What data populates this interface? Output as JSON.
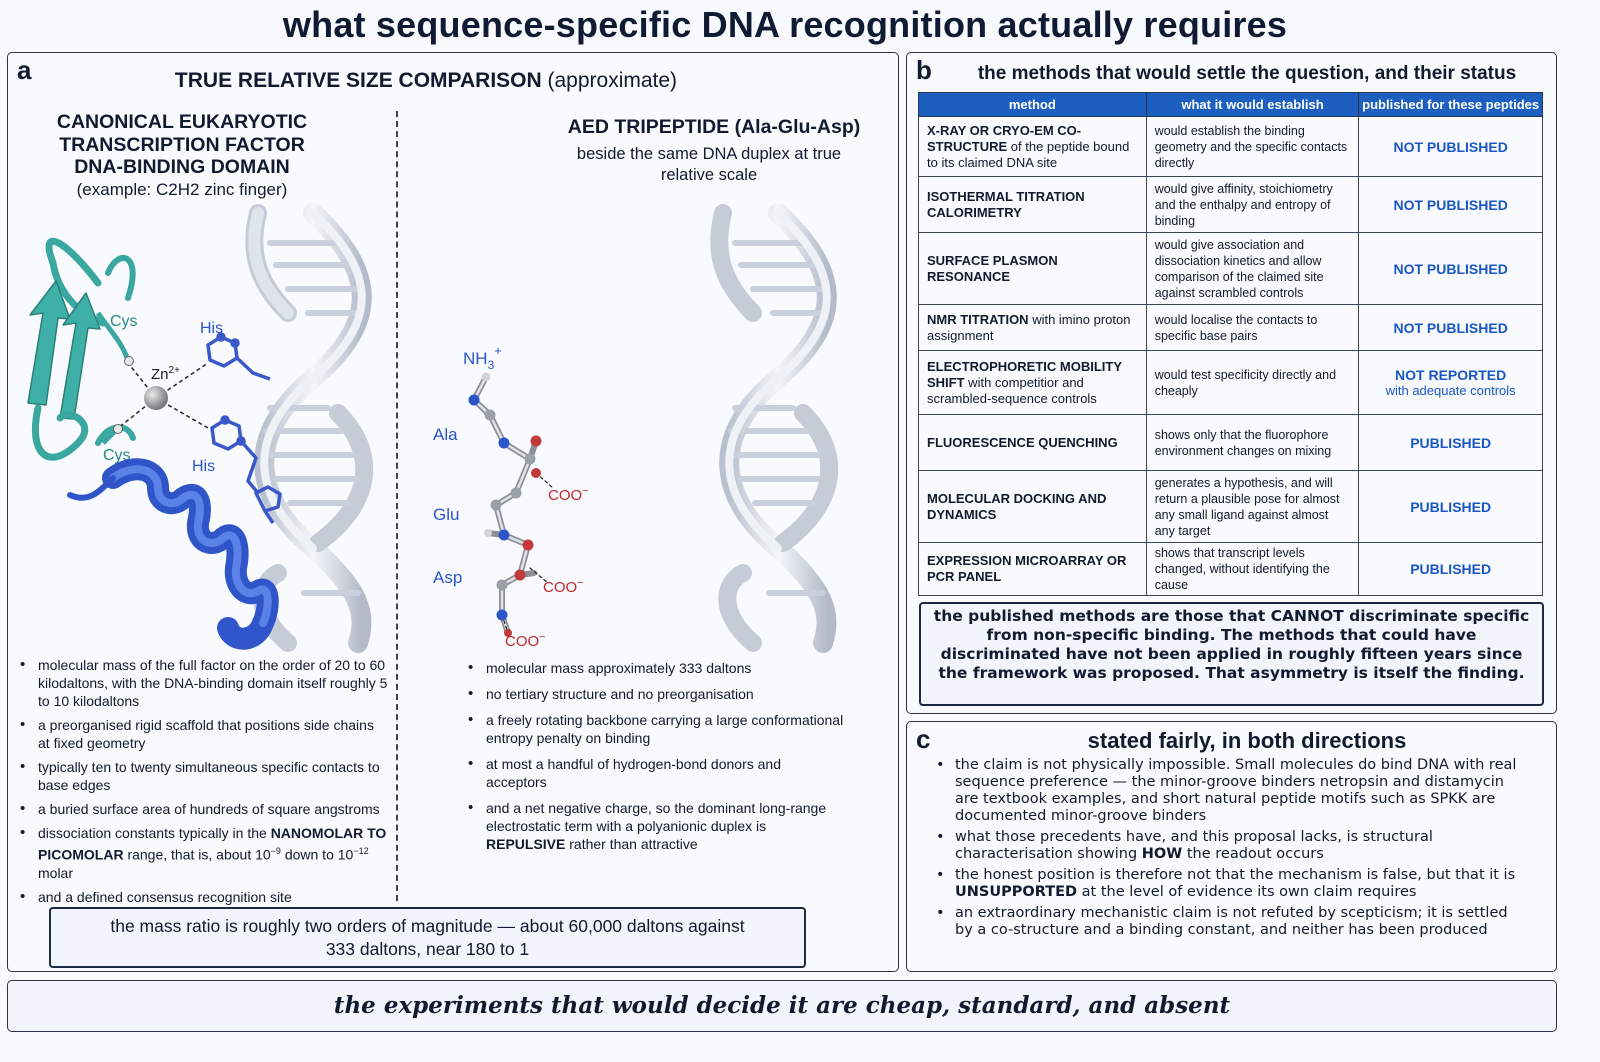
{
  "title": "what sequence-specific DNA recognition actually requires",
  "panel_a": {
    "letter": "a",
    "title_bold": "TRUE RELATIVE SIZE COMPARISON",
    "title_rest": " (approximate)",
    "left_title": "CANONICAL EUKARYOTIC TRANSCRIPTION FACTOR DNA-BINDING DOMAIN",
    "left_subtitle": "(example: C2H2 zinc finger)",
    "right_title": "AED TRIPEPTIDE (Ala-Glu-Asp)",
    "right_subtitle": "beside the same DNA duplex at true relative scale",
    "zf_labels": {
      "cys1": "Cys",
      "cys2": "Cys",
      "his1": "His",
      "his2": "His",
      "zn": "Zn",
      "zn_charge": "2+"
    },
    "pep_labels": {
      "nh3": "NH",
      "nh3_sub": "3",
      "nh3_charge": "+",
      "ala": "Ala",
      "glu": "Glu",
      "asp": "Asp",
      "coo1": "COO",
      "coo2": "COO",
      "coo3": "COO",
      "minus": "−"
    },
    "left_bullets": {
      "b1": "molecular mass of the full factor on the order of 20 to 60 kilodaltons, with the DNA-binding domain itself roughly 5 to 10 kilodaltons",
      "b2": "a preorganised rigid scaffold that positions side chains at fixed geometry",
      "b3": "typically ten to twenty simultaneous specific contacts to base edges",
      "b4": "a buried surface area of hundreds of square angstroms",
      "b5_pre": "dissociation constants typically in the ",
      "b5_bold": "NANOMOLAR TO PICOMOLAR",
      "b5_mid": " range, that is, about 10",
      "b5_exp1": "−9",
      "b5_mid2": " down to 10",
      "b5_exp2": "−12",
      "b5_post": " molar",
      "b6": "and a defined consensus recognition site"
    },
    "right_bullets": {
      "b1": "molecular mass  approximately 333 daltons",
      "b2": "no tertiary structure and no preorganisation",
      "b3": "a freely rotating backbone carrying a large conformational entropy penalty on binding",
      "b4": "at most a handful of hydrogen-bond donors and acceptors",
      "b5_pre": "and a net negative charge, so the dominant long-range electrostatic term with a polyanionic duplex is ",
      "b5_bold": "REPULSIVE",
      "b5_post": " rather than attractive"
    },
    "ratio_line1": "the mass ratio is roughly two orders of magnitude — about 60,000 daltons against",
    "ratio_line2": "333 daltons,  near 180 to 1"
  },
  "panel_b": {
    "letter": "b",
    "title": "the methods that would settle the question, and their status",
    "headers": [
      "method",
      "what it would establish",
      "published for these peptides"
    ],
    "rows": [
      {
        "method_bold": "X-RAY OR CRYO-EM CO-STRUCTURE",
        "method_rest": " of the peptide bound to its claimed DNA site",
        "establish": "would establish the binding geometry and the specific contacts directly",
        "status": "NOT PUBLISHED",
        "qualifier": ""
      },
      {
        "method_bold": "ISOTHERMAL TITRATION CALORIMETRY",
        "method_rest": "",
        "establish": "would give affinity, stoichiometry and the enthalpy and entropy of binding",
        "status": "NOT PUBLISHED",
        "qualifier": ""
      },
      {
        "method_bold": "SURFACE PLASMON RESONANCE",
        "method_rest": "",
        "establish": "would give association and dissociation kinetics and allow comparison of the claimed site against scrambled controls",
        "status": "NOT PUBLISHED",
        "qualifier": ""
      },
      {
        "method_bold": "NMR TITRATION",
        "method_rest": " with imino proton assignment",
        "establish": "would localise the contacts to specific base pairs",
        "status": "NOT PUBLISHED",
        "qualifier": ""
      },
      {
        "method_bold": "ELECTROPHORETIC MOBILITY SHIFT",
        "method_rest": " with competitior and scrambled-sequence controls",
        "establish": "would test specificity directly and cheaply",
        "status": "NOT REPORTED",
        "qualifier": "with adequate controls"
      },
      {
        "method_bold": "FLUORESCENCE QUENCHING",
        "method_rest": "",
        "establish": "shows only that the fluorophore environment changes on mixing",
        "status": "PUBLISHED",
        "qualifier": ""
      },
      {
        "method_bold": "MOLECULAR DOCKING AND DYNAMICS",
        "method_rest": "",
        "establish": "generates a hypothesis, and will return a plausible pose for almost any small ligand against almost any target",
        "status": "PUBLISHED",
        "qualifier": ""
      },
      {
        "method_bold": "EXPRESSION MICROARRAY OR PCR PANEL",
        "method_rest": "",
        "establish": "shows that transcript levels changed, without identifying the cause",
        "status": "PUBLISHED",
        "qualifier": ""
      }
    ],
    "finding": "the published methods are those that CANNOT discriminate specific from non-specific binding. The methods that could have discriminated have not been applied in roughly fifteen years since the framework was proposed. That asymmetry is itself the finding."
  },
  "panel_c": {
    "letter": "c",
    "title": "stated fairly, in both directions",
    "b1": "the claim is not physically impossible. Small molecules do bind DNA with real sequence preference — the minor-groove binders netropsin and distamycin are textbook examples, and short natural peptide motifs such as SPKK are documented minor-groove binders",
    "b2_pre": "what those precedents have, and this proposal lacks, is structural characterisation showing ",
    "b2_bold": "HOW",
    "b2_post": " the readout occurs",
    "b3_pre": "the honest position is therefore not that the mechanism is false, but that it is ",
    "b3_bold": "UNSUPPORTED",
    "b3_post": " at the level of evidence its own claim requires",
    "b4": "an extraordinary mechanistic claim is not refuted by scepticism; it is settled by a co-structure and a binding constant, and neither has been produced"
  },
  "footer": "the experiments that would decide it are cheap, standard, and absent",
  "colors": {
    "accent": "#1c5fc0",
    "status": "#1a56c4",
    "helix": "#3a63d6",
    "sheet": "#3aa8a0",
    "coo": "#c0282c",
    "dna": "#d6dce6"
  }
}
